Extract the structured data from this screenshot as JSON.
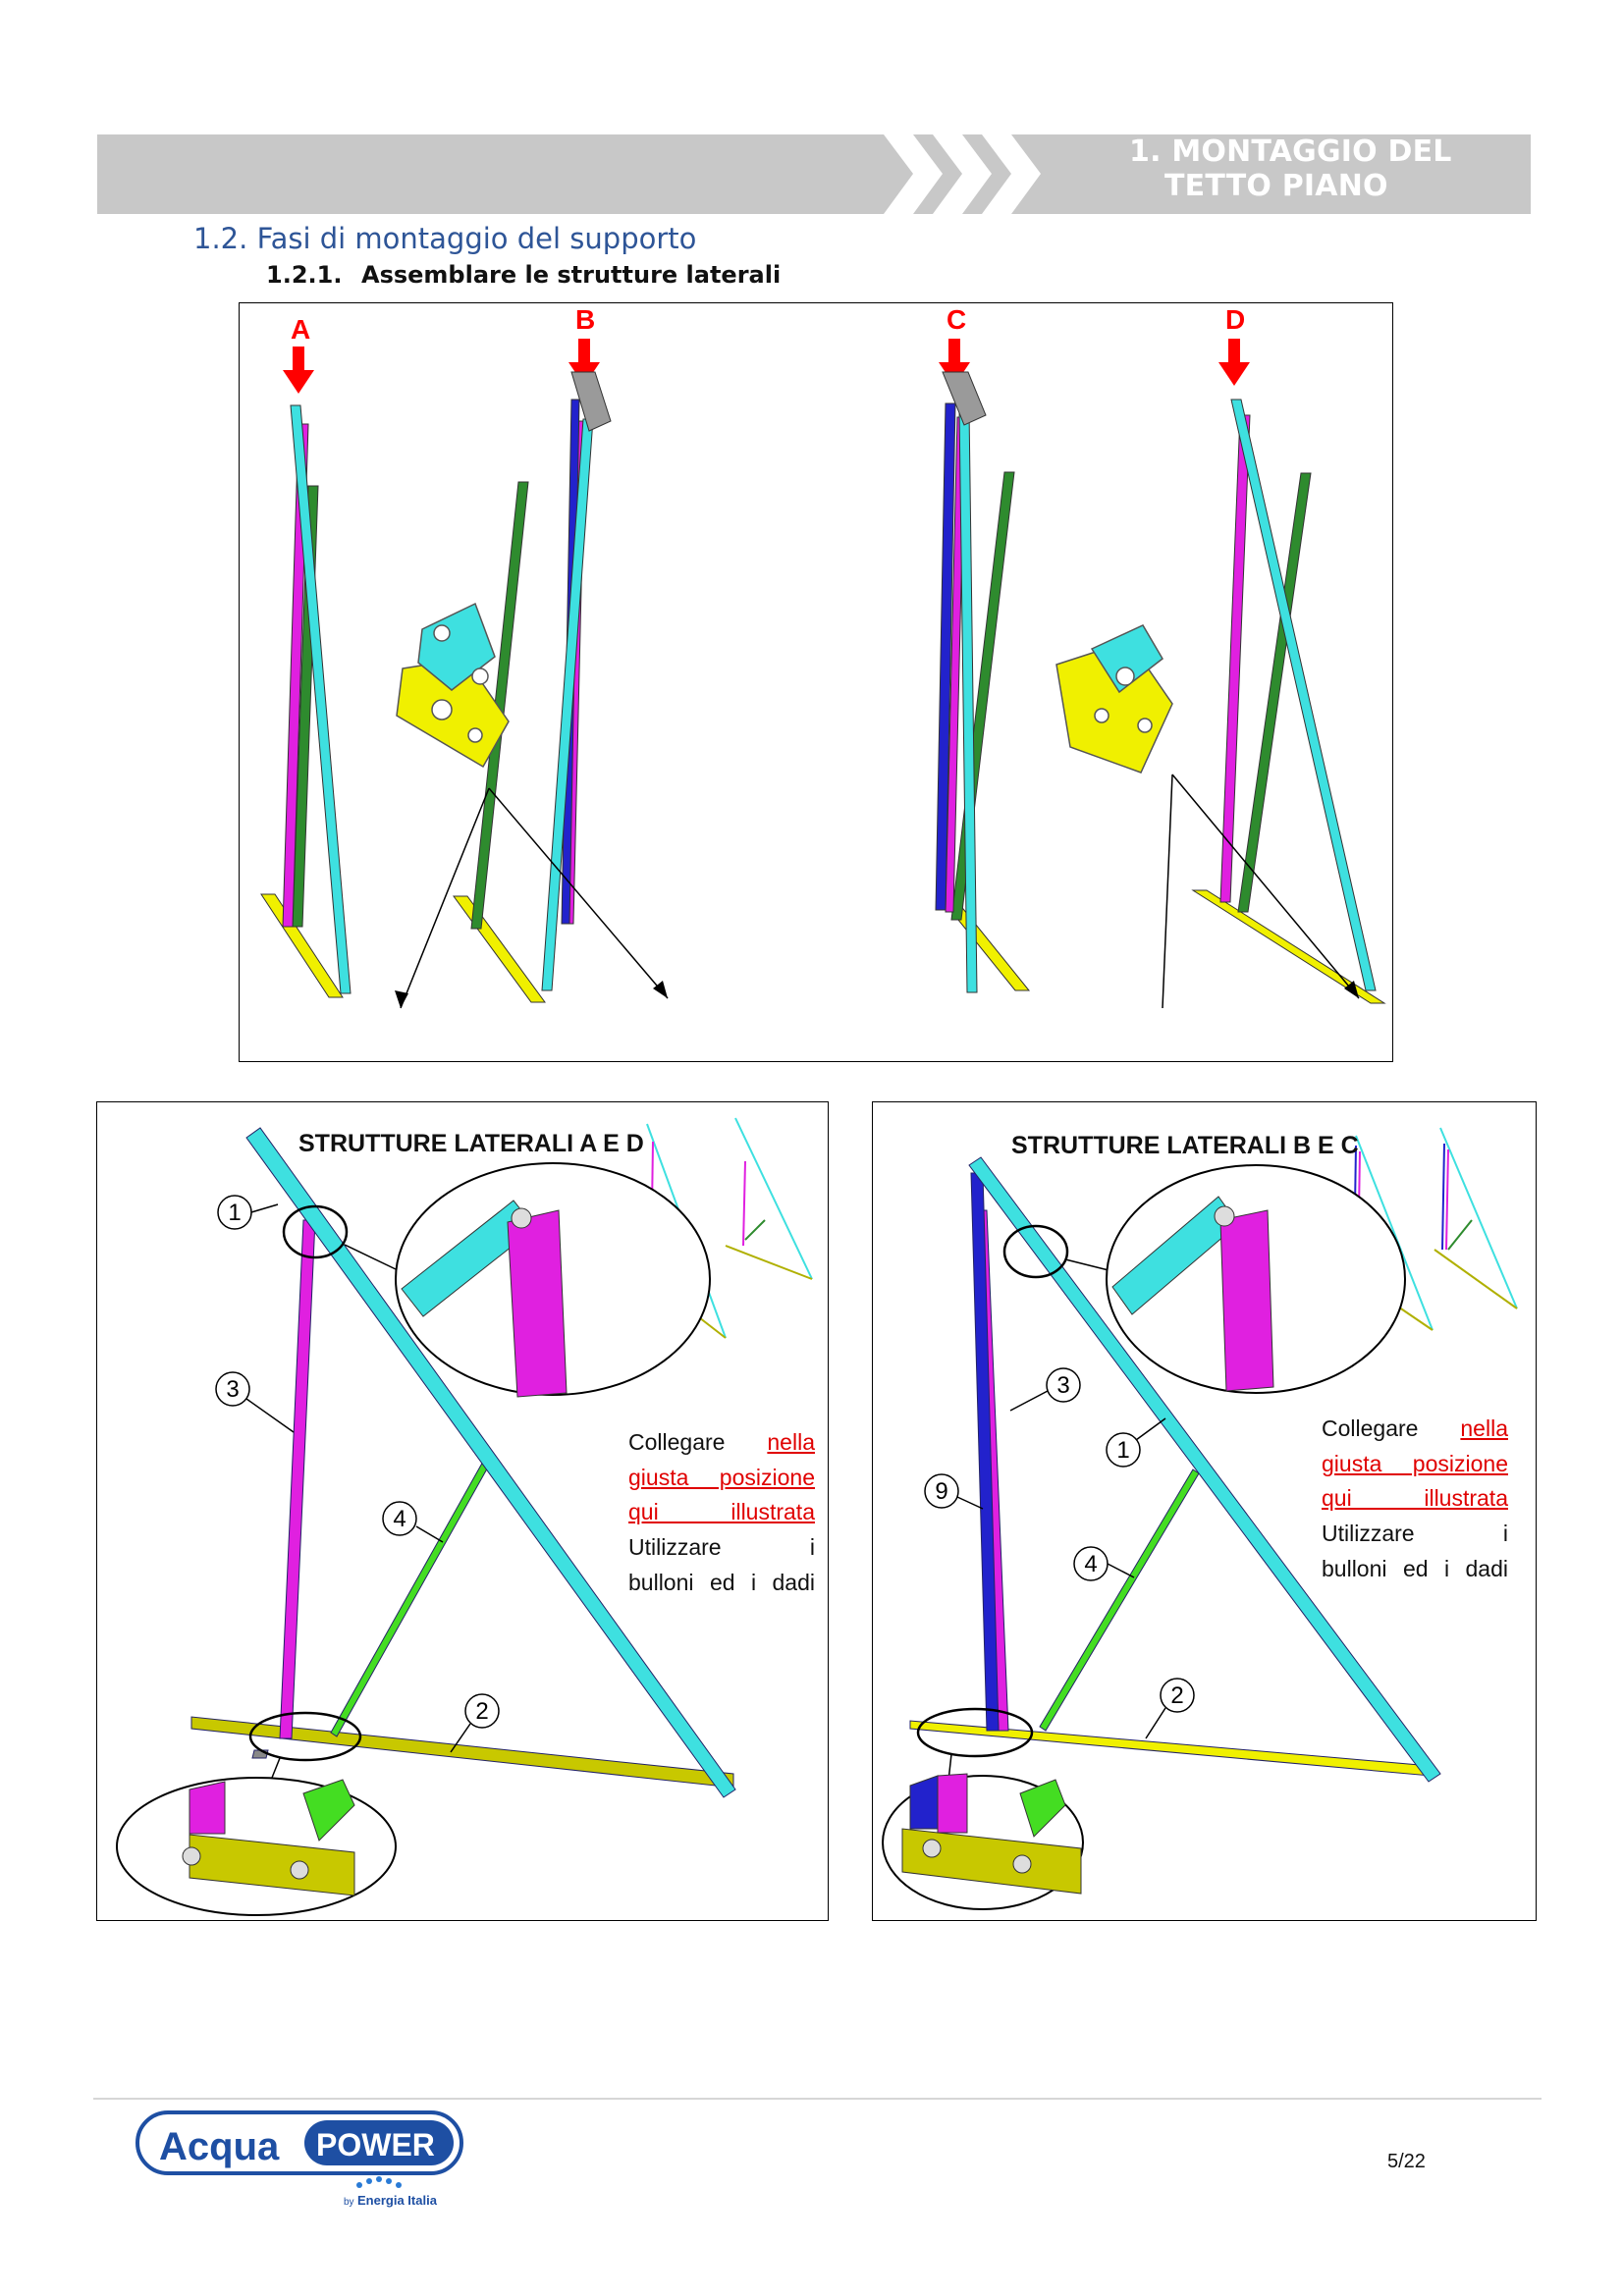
{
  "header": {
    "title_line1": "1.  MONTAGGIO DEL",
    "title_line2": "TETTO PIANO"
  },
  "section": {
    "number": "1.2.",
    "title": "Fasi di montaggio del supporto"
  },
  "subsection": {
    "number": "1.2.1.",
    "title": "Assemblare le strutture laterali"
  },
  "top_figure": {
    "markers": [
      "A",
      "B",
      "C",
      "D"
    ]
  },
  "left_panel": {
    "title": "STRUTTURE LATERALI A E D",
    "callouts": [
      "1",
      "2",
      "3",
      "4"
    ],
    "instruction": {
      "line1_prefix": "Collegare",
      "line1_red": "nella",
      "line2_red": "giusta posizione",
      "line3_red": "qui illustrata",
      "line4": "Utilizzare i",
      "line5": "bulloni ed i dadi"
    }
  },
  "right_panel": {
    "title": "STRUTTURE LATERALI B E C",
    "callouts": [
      "1",
      "2",
      "3",
      "4",
      "9"
    ],
    "instruction": {
      "line1_prefix": "Collegare",
      "line1_red": "nella",
      "line2_red": "giusta posizione",
      "line3_red": "qui illustrata",
      "line4": "Utilizzare i",
      "line5": "bulloni ed i dadi"
    }
  },
  "footer": {
    "logo_acqua": "Acqua",
    "logo_power": "POWER",
    "logo_by": "by",
    "logo_brand": "Energia Italia",
    "page": "5/22"
  },
  "colors": {
    "cyan": "#3ee0e0",
    "magenta": "#e020e0",
    "green_dark": "#2e8b2e",
    "green_light": "#44dd22",
    "yellow": "#f0f000",
    "blue": "#2222cc",
    "red": "#ff0000",
    "header_gray": "#c8c8c8",
    "heading_blue": "#2e5597",
    "logo_blue": "#1e4fa3"
  }
}
